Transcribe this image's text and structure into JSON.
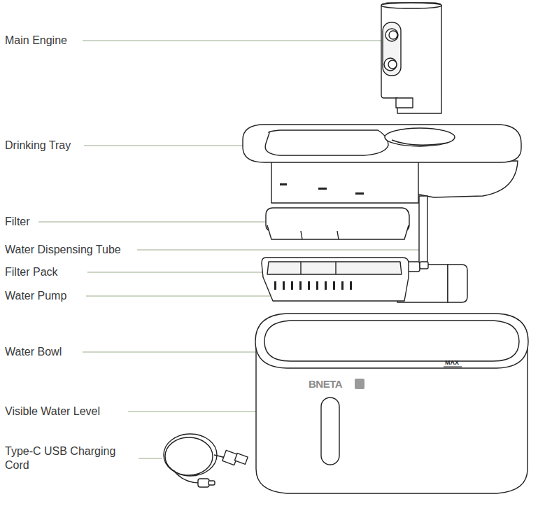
{
  "diagram": {
    "labels": [
      "Main Engine",
      "Drinking Tray",
      "Filter",
      "Water Dispensing Tube",
      "Filter Pack",
      "Water Pump",
      "Water Bowl",
      "Visible Water Level",
      "Type-C USB Charging Cord",
      "MAX",
      "BNETA"
    ]
  }
}
